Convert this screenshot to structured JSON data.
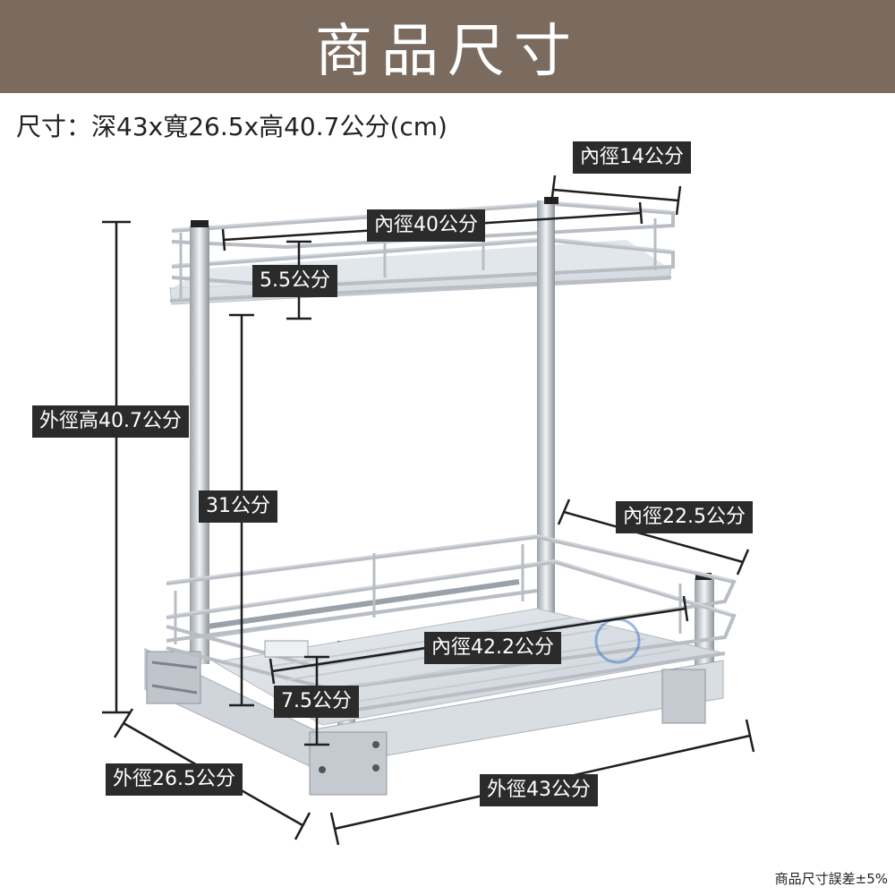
{
  "banner": {
    "title": "商品尺寸"
  },
  "spec": {
    "text": "尺寸：深43x寬26.5x高40.7公分(cm)"
  },
  "labels": {
    "inner_width_top": "內徑14公分",
    "inner_length_top": "內徑40公分",
    "rail_height_top": "5.5公分",
    "outer_height": "外徑高40.7公分",
    "tier_gap": "31公分",
    "inner_width_bottom": "內徑22.5公分",
    "inner_length_bottom": "內徑42.2公分",
    "rail_height_bottom": "7.5公分",
    "outer_width": "外徑26.5公分",
    "outer_length": "外徑43公分"
  },
  "footnote": "商品尺寸誤差±5%"
}
